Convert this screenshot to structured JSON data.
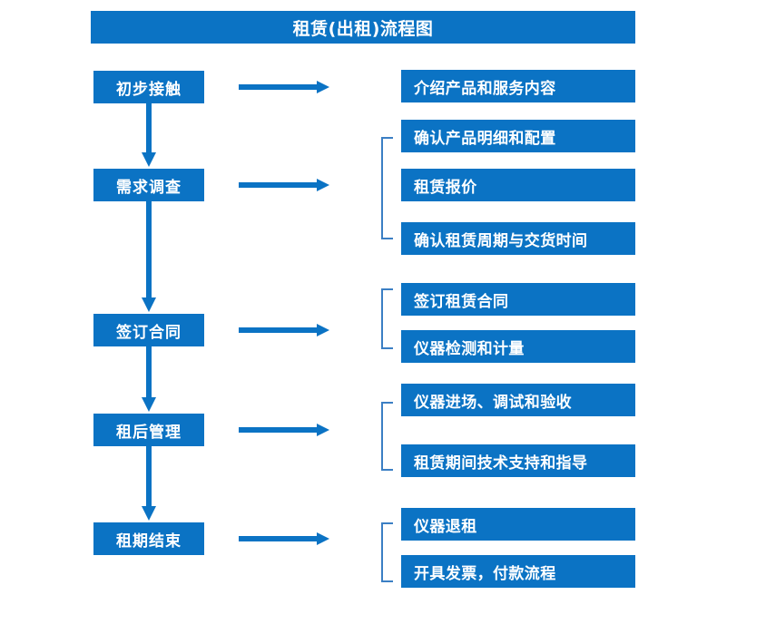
{
  "header": {
    "title": "租赁(出租)流程图",
    "accent_color": "#0b73c4",
    "text_color": "#ffffff"
  },
  "palette": {
    "box_blue": "#0b73c4",
    "arrow_blue": "#0b73c4",
    "bracket_blue": "#3b7fc4",
    "background": "#ffffff"
  },
  "stages": [
    {
      "label": "初步接触"
    },
    {
      "label": "需求调查"
    },
    {
      "label": "签订合同"
    },
    {
      "label": "租后管理"
    },
    {
      "label": "租期结束"
    }
  ],
  "details": [
    {
      "label": "介绍产品和服务内容"
    },
    {
      "label": "确认产品明细和配置"
    },
    {
      "label": "租赁报价"
    },
    {
      "label": "确认租赁周期与交货时间"
    },
    {
      "label": "签订租赁合同"
    },
    {
      "label": "仪器检测和计量"
    },
    {
      "label": "仪器进场、调试和验收"
    },
    {
      "label": "租赁期间技术支持和指导"
    },
    {
      "label": "仪器退租"
    },
    {
      "label": "开具发票，付款流程"
    }
  ],
  "connectors": {
    "horizontal_arrow_count": 5,
    "vertical_arrow_count": 4,
    "bracket_count": 4
  }
}
